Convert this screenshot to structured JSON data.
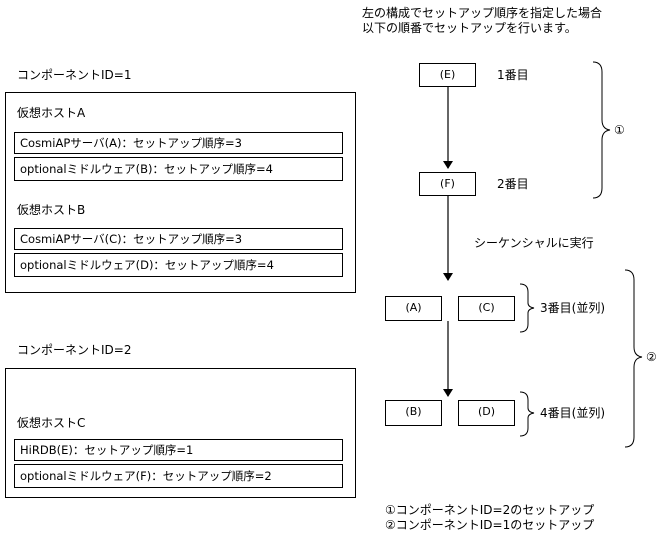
{
  "intro": {
    "line1": "左の構成でセットアップ順序を指定した場合",
    "line2": "以下の順番でセットアップを行います。"
  },
  "component1": {
    "label": "コンポーネントID=1",
    "hostA": {
      "title": "仮想ホストA",
      "rows": [
        "CosmiAPサーバ(A)：セットアップ順序=3",
        "optionalミドルウェア(B)：セットアップ順序=4"
      ]
    },
    "hostB": {
      "title": "仮想ホストB",
      "rows": [
        "CosmiAPサーバ(C)：セットアップ順序=3",
        "optionalミドルウェア(D)：セットアップ順序=4"
      ]
    }
  },
  "component2": {
    "label": "コンポーネントID=2",
    "hostC": {
      "title": "仮想ホストC",
      "rows": [
        "HiRDB(E)：セットアップ順序=1",
        "optionalミドルウェア(F)：セットアップ順序=2"
      ]
    }
  },
  "flow": {
    "box_e": "(E)",
    "step1": "1番目",
    "box_f": "(F)",
    "step2": "2番目",
    "sequential": "シーケンシャルに実行",
    "box_a": "(A)",
    "box_c": "(C)",
    "step3": "3番目(並列)",
    "box_b": "(B)",
    "box_d": "(D)",
    "step4": "4番目(並列)",
    "group1": "①",
    "group2": "②"
  },
  "legend": {
    "line1": "①コンポーネントID=2のセットアップ",
    "line2": "②コンポーネントID=1のセットアップ"
  }
}
